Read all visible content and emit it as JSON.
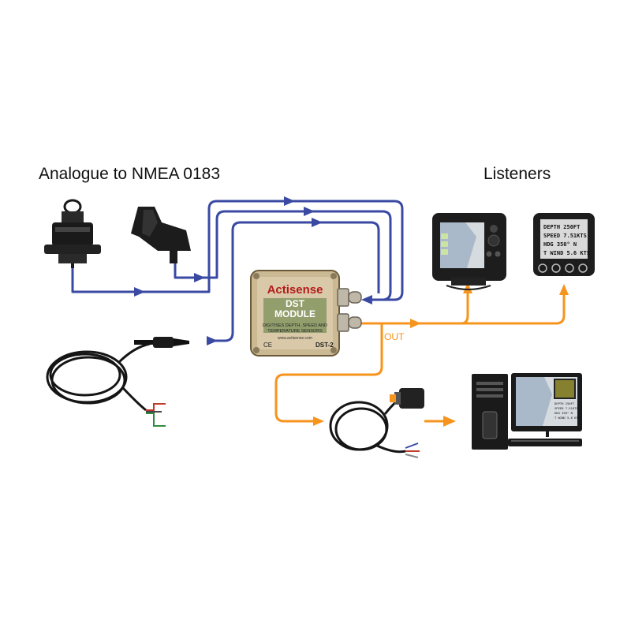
{
  "headings": {
    "input_title": "Analogue to NMEA 0183",
    "output_title": "Listeners"
  },
  "module": {
    "brand": "Actisense",
    "name_line1": "DST",
    "name_line2": "MODULE",
    "desc_line1": "DIGITISES DEPTH, SPEED AND",
    "desc_line2": "TEMPERATURE SENSORS",
    "website": "www.actisense.com",
    "ce_mark": "CE",
    "model": "DST-2"
  },
  "out_label": "OUT",
  "instrument_display": {
    "lines": [
      "DEPTH 250FT",
      "SPEED 7.51KTS",
      "HDG  350°  N",
      "T WIND 5.6 KTS"
    ]
  },
  "pc_display": {
    "lines": [
      "DEPTH 250FT",
      "SPEED 7.51KTS",
      "HDG 350° N",
      "T WIND 5.6 KTS"
    ]
  },
  "colors": {
    "input_wire": "#3a4aa3",
    "output_wire": "#f7941d",
    "device_body": "#1e1e1e",
    "module_body": "#d9c9a8"
  }
}
